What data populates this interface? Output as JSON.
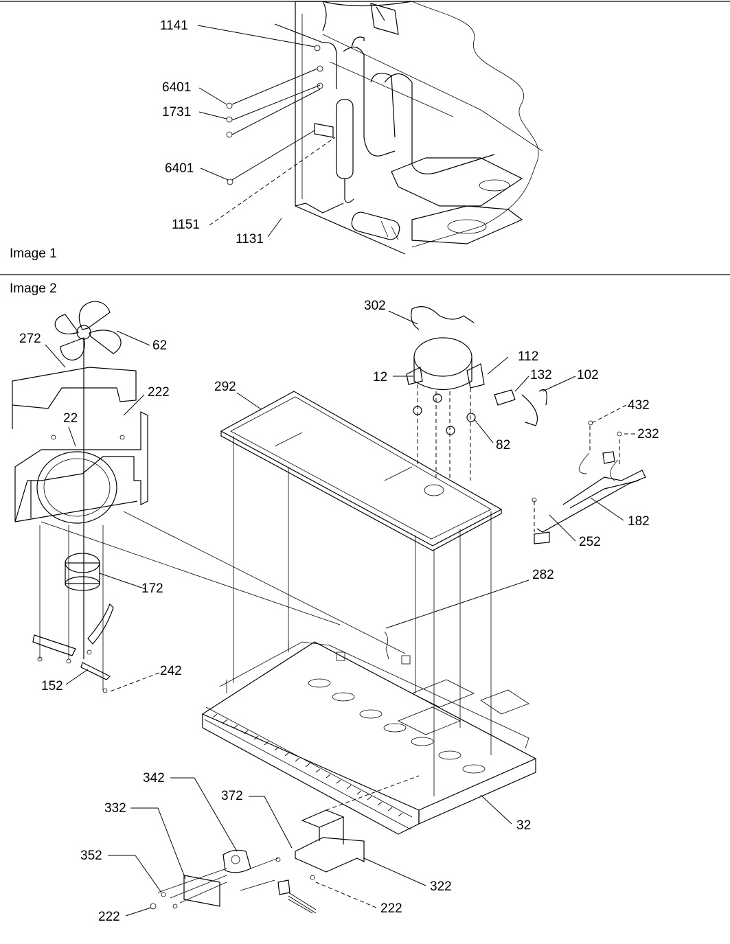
{
  "sections": {
    "image1_label": "Image 1",
    "image2_label": "Image 2"
  },
  "callouts": {
    "c1141": "1141",
    "c6401a": "6401",
    "c1731": "1731",
    "c6401b": "6401",
    "c1151": "1151",
    "c1131": "1131",
    "c272": "272",
    "c62": "62",
    "c222a": "222",
    "c22": "22",
    "c172": "172",
    "c152": "152",
    "c242": "242",
    "c302": "302",
    "c112": "112",
    "c12": "12",
    "c132": "132",
    "c102": "102",
    "c292": "292",
    "c82": "82",
    "c432": "432",
    "c232": "232",
    "c182": "182",
    "c252": "252",
    "c282": "282",
    "c32": "32",
    "c342": "342",
    "c372": "372",
    "c332": "332",
    "c352": "352",
    "c322": "322",
    "c222b": "222",
    "c222c": "222"
  }
}
